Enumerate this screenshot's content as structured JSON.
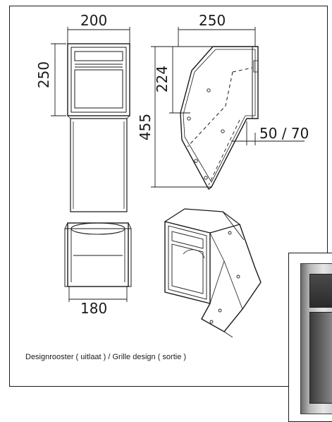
{
  "dimensions": {
    "front_width": "200",
    "front_height": "250",
    "total_height": "455",
    "side_width": "250",
    "side_opening": "224",
    "side_outlet": "50 / 70",
    "bottom_width": "180"
  },
  "caption": "Designrooster ( uitlaat ) / Grille design ( sortie )",
  "colors": {
    "line": "#1a1a1a",
    "hidden_line": "#333333",
    "background": "#ffffff"
  }
}
